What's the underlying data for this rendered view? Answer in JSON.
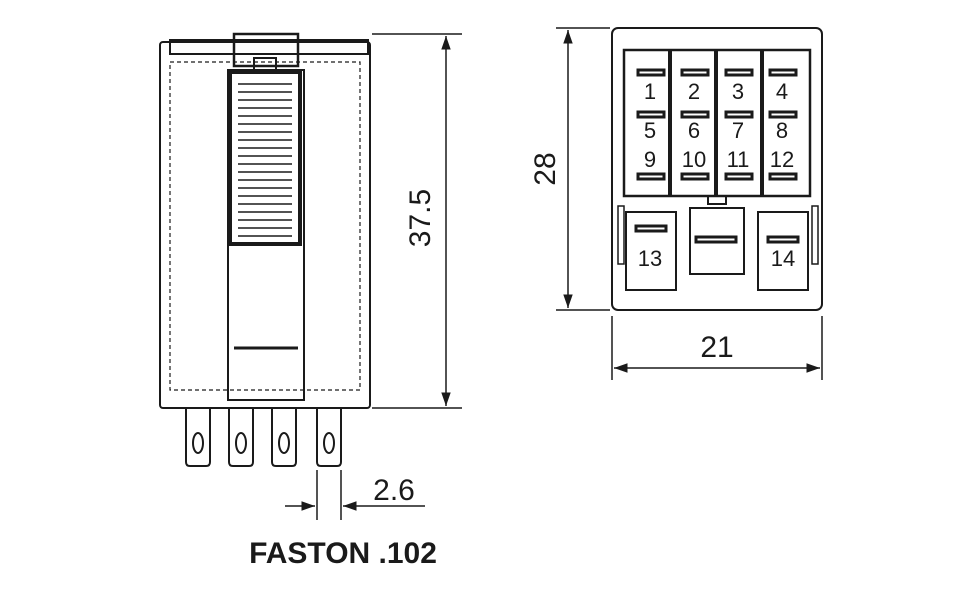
{
  "dimensions": {
    "height_side": "37.5",
    "height_front": "28",
    "width_front": "21",
    "pin_pitch": "2.6"
  },
  "caption": "FASTON .102",
  "pin_labels": [
    "1",
    "2",
    "3",
    "4",
    "5",
    "6",
    "7",
    "8",
    "9",
    "10",
    "11",
    "12",
    "13",
    "14"
  ],
  "colors": {
    "line": "#1a1a1a",
    "background": "#ffffff"
  }
}
